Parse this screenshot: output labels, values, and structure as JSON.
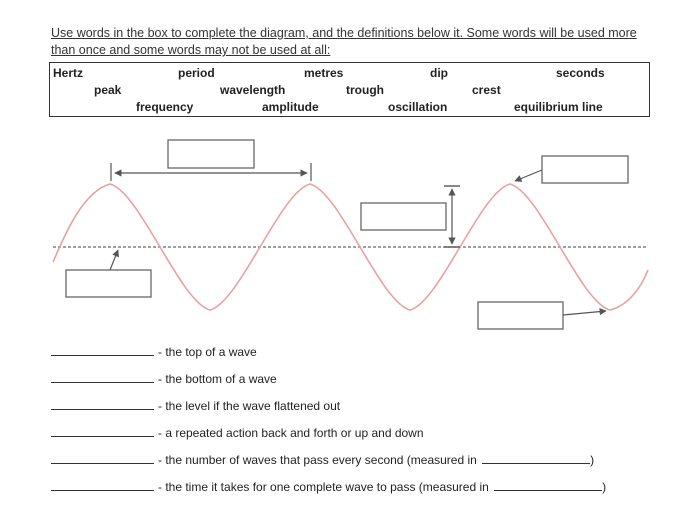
{
  "instructions": "Use words in the box to complete the diagram, and the definitions below it. Some words will be used more than once and some words may not be used at all:",
  "word_bank": {
    "row1": [
      "Hertz",
      "period",
      "metres",
      "dip",
      "seconds"
    ],
    "row2": [
      "peak",
      "wavelength",
      "trough",
      "crest"
    ],
    "row3": [
      "frequency",
      "amplitude",
      "oscillation",
      "equilibrium line"
    ]
  },
  "diagram": {
    "wave_color": "#e8a0a0",
    "line_color": "#555555",
    "label_boxes": [
      {
        "id": "wavelength-box",
        "value": ""
      },
      {
        "id": "equilibrium-box",
        "value": ""
      },
      {
        "id": "amplitude-box",
        "value": ""
      },
      {
        "id": "crest-box",
        "value": ""
      },
      {
        "id": "trough-box",
        "value": ""
      }
    ]
  },
  "definitions": [
    {
      "answer": "",
      "text": "- the top of a wave"
    },
    {
      "answer": "",
      "text": "- the bottom of a wave"
    },
    {
      "answer": "",
      "text": "- the level if the wave flattened out"
    },
    {
      "answer": "",
      "text": "- a repeated action back and forth or up and down"
    },
    {
      "answer": "",
      "text": "- the number of waves that pass every second (measured in ",
      "unit_answer": "",
      "suffix": ")"
    },
    {
      "answer": "",
      "text": "- the time it takes for one complete wave to pass (measured in ",
      "unit_answer": "",
      "suffix": ")"
    }
  ]
}
